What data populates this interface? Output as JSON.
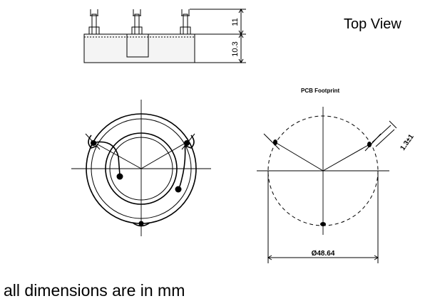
{
  "labels": {
    "view": "Top View",
    "footprint_title": "PCB Footprint",
    "note": "all dimensions are in mm"
  },
  "dimensions": {
    "pin_height": "11",
    "body_height": "10.3",
    "pad_dia": "1.3±1",
    "circle_dia": "Ø48.64"
  }
}
